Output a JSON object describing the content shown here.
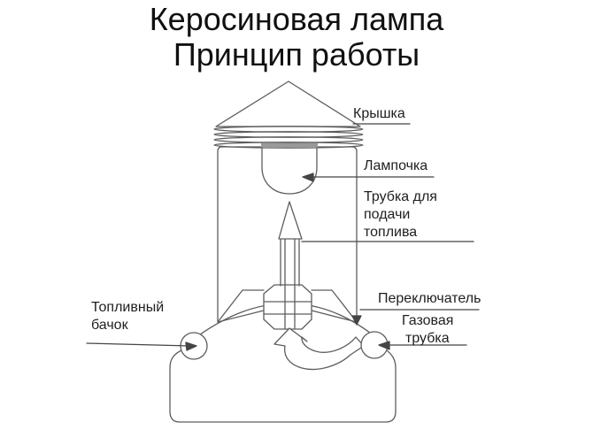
{
  "title": {
    "line1": "Керосиновая лампа",
    "line2": "Принцип работы"
  },
  "labels": {
    "cap": "Крышка",
    "bulb": "Лампочка",
    "fuel_tube": {
      "line1": "Трубка для",
      "line2": "подачи",
      "line3": "топлива"
    },
    "switch": "Переключатель",
    "gas_tube": {
      "line1": "Газовая",
      "line2": "трубка"
    },
    "fuel_tank": {
      "line1": "Топливный",
      "line2": "бачок"
    }
  },
  "colors": {
    "background": "#ffffff",
    "diagram_line": "#5d5d5d",
    "leader_line": "#454545",
    "text": "#1f1f1f",
    "title_text": "#101010",
    "bulb_mount": "#999999"
  }
}
